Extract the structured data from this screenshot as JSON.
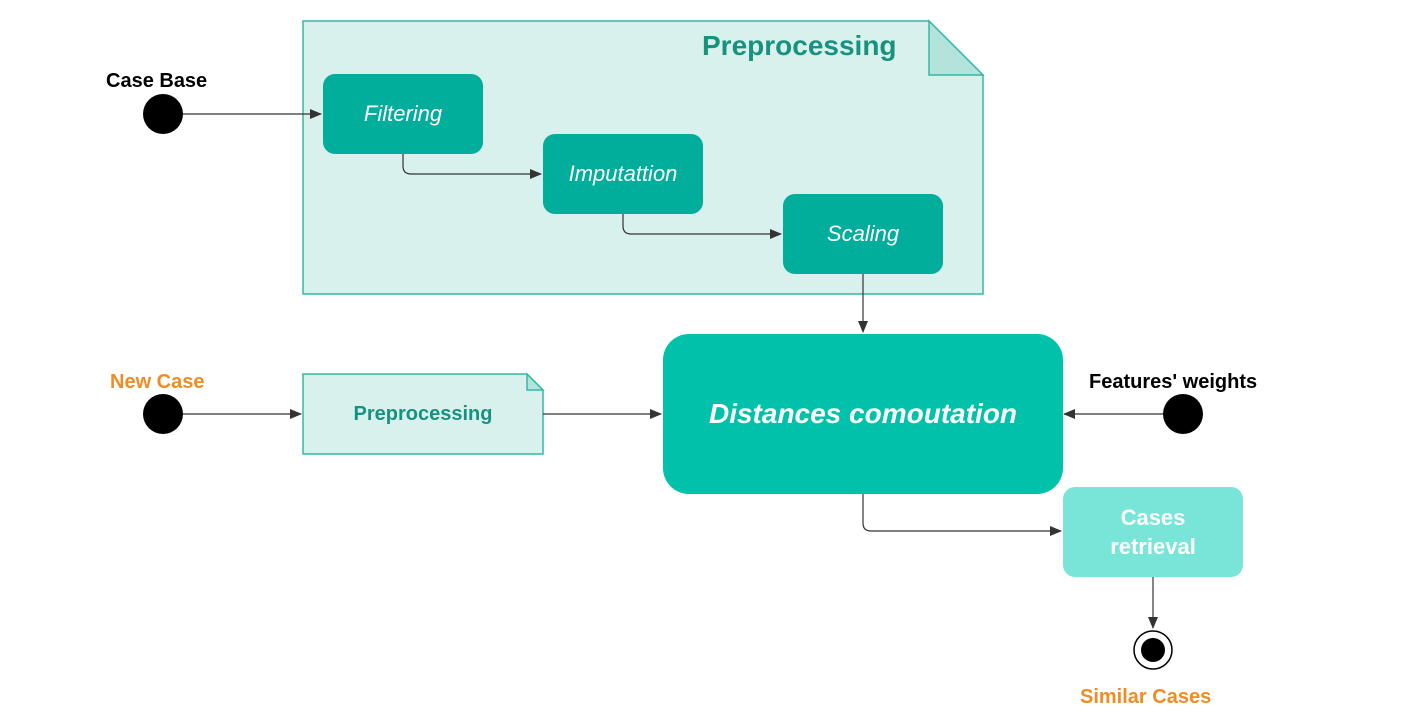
{
  "diagram": {
    "group_title": "Preprocessing",
    "steps": [
      "Filtering",
      "Imputattion",
      "Scaling"
    ],
    "inputs": {
      "case_base": "Case Base",
      "new_case": "New Case",
      "features_weights": "Features' weights"
    },
    "preprocessing_note": "Preprocessing",
    "main_step": "Distances comoutation",
    "retrieval_line1": "Cases",
    "retrieval_line2": "retrieval",
    "output": "Similar Cases"
  },
  "colors": {
    "note_fill": "#d9f1ed",
    "note_border": "#35b8a5",
    "step_fill": "#01ad9b",
    "main_fill": "#00c2aa",
    "retrieval_fill": "#79e5d8",
    "title_green": "#17927f",
    "orange": "#ef8c23"
  }
}
